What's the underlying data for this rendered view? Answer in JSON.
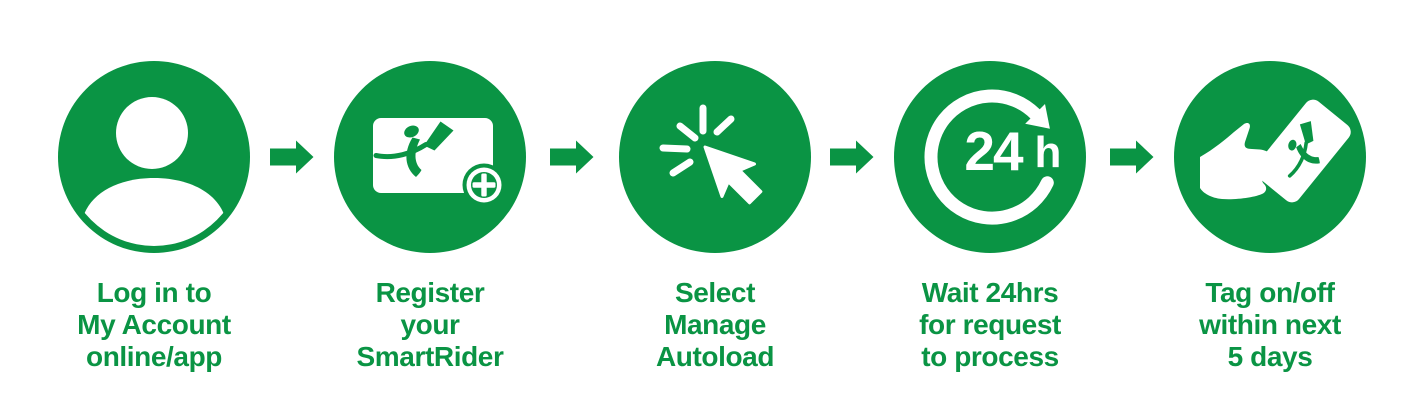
{
  "colors": {
    "brand_green": "#0a9444",
    "icon_foreground": "#ffffff"
  },
  "steps": [
    {
      "icon": "person-icon",
      "caption": "Log in to\nMy Account\nonline/app"
    },
    {
      "icon": "card-add-icon",
      "caption": "Register\nyour\nSmartRider"
    },
    {
      "icon": "cursor-click-icon",
      "caption": "Select\nManage\nAutoload"
    },
    {
      "icon": "clock-24h-icon",
      "caption": "Wait 24hrs\nfor request\nto process"
    },
    {
      "icon": "tap-card-icon",
      "caption": "Tag on/off\nwithin next\n5 days"
    }
  ],
  "icons": {
    "hours": "24",
    "hours_suffix": "h"
  }
}
